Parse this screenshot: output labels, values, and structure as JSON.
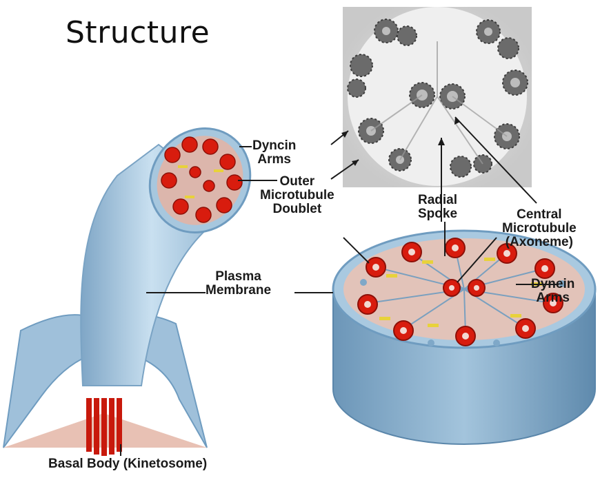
{
  "slide": {
    "title": "Structure"
  },
  "labels": {
    "dyncin_arms": "Dyncin\nArms",
    "outer_doublet": "Outer\nMicrotubule\nDoublet",
    "radial_spoke": "Radial\nSpoke",
    "central_microtubule": "Central\nMicrotubule\n(Axoneme)",
    "plasma_membrane": "Plasma\nMembrane",
    "dynein_arms": "Dynein\nArms",
    "basal_body": "Basal Body (Kinetosome)"
  },
  "colors": {
    "membrane": "#a9c9e0",
    "membrane_dark": "#6f9cc0",
    "interior": "#ddb7ad",
    "microtubule": "#d81c0e",
    "dynein": "#e8d23a"
  }
}
